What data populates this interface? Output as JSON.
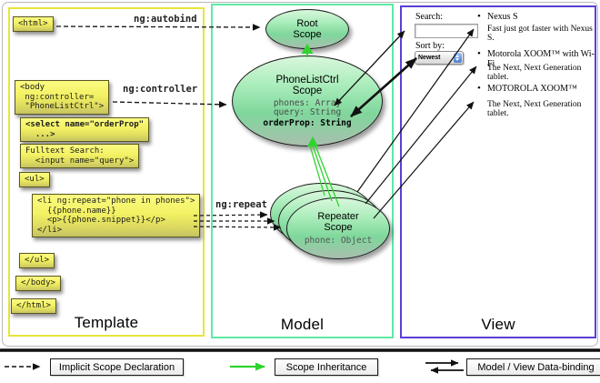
{
  "panels": {
    "template": {
      "label": "Template"
    },
    "model": {
      "label": "Model"
    },
    "view": {
      "label": "View"
    }
  },
  "annotations": {
    "autobind": "ng:autobind",
    "controller": "ng:controller",
    "repeat": "ng:repeat"
  },
  "template_code": {
    "html_open": "<html>",
    "body_open": "<body\n ng:controller=\n \"PhoneListCtrl\">",
    "select": "<select name=\"orderProp\"\n  ...>",
    "fulltext": "Fulltext Search:\n  <input name=\"query\">",
    "ul_open": "<ul>",
    "li": "<li ng:repeat=\"phone in phones\">\n  {{phone.name}}\n  <p>{{phone.snippet}}</p>\n</li>",
    "ul_close": "</ul>",
    "body_close": "</body>",
    "html_close": "</html>"
  },
  "scopes": {
    "root": {
      "title": "Root\nScope"
    },
    "phonelist": {
      "title": "PhoneListCtrl\nScope",
      "props": "phones: Array\nquery: String",
      "bold_prop": "orderProp: String"
    },
    "repeater": {
      "title": "Repeater\nScope",
      "prop": "phone: Object"
    }
  },
  "view": {
    "search_label": "Search:",
    "sort_label": "Sort by:",
    "sort_value": "Newest",
    "items": [
      {
        "title": "Nexus S",
        "desc": "Fast just got faster with Nexus S."
      },
      {
        "title": "Motorola XOOM™ with Wi-Fi",
        "desc": "The Next, Next Generation tablet."
      },
      {
        "title": "MOTOROLA XOOM™",
        "desc": "The Next, Next Generation tablet."
      }
    ]
  },
  "legend": {
    "implicit": "Implicit Scope Declaration",
    "inheritance": "Scope Inheritance",
    "binding": "Model / View Data-binding"
  },
  "colors": {
    "template_border": "#e8e43c",
    "model_border": "#5fe9a5",
    "view_border": "#5b3fd6",
    "scope_green_arrow": "#2fd32f",
    "code_box_yellow": "#f3f163",
    "arrow_black": "#111111"
  }
}
